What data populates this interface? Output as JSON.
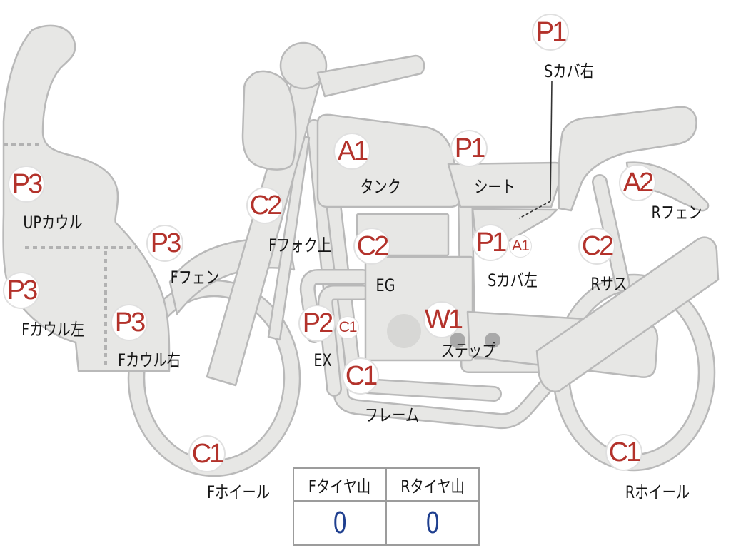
{
  "parts": [
    {
      "code": "P1",
      "label": "Sカバ右"
    },
    {
      "code": "A1",
      "label": "タンク"
    },
    {
      "code": "P1",
      "label": "シート"
    },
    {
      "code": "A2",
      "label": "Rフェン"
    },
    {
      "code": "C2",
      "label": "Fフォク上"
    },
    {
      "code": "P3",
      "label": "UPカウル"
    },
    {
      "code": "P3",
      "label": "Fフェン"
    },
    {
      "code": "C2",
      "label": "EG"
    },
    {
      "code": "P1",
      "sub_code": "A1",
      "label": "Sカバ左"
    },
    {
      "code": "C2",
      "label": "Rサス"
    },
    {
      "code": "P3",
      "label": "Fカウル左"
    },
    {
      "code": "P3",
      "label": "Fカウル右"
    },
    {
      "code": "P2",
      "sub_code": "C1",
      "label": "EX"
    },
    {
      "code": "W1",
      "label": "ステップ"
    },
    {
      "code": "C1",
      "label": "フレーム"
    },
    {
      "code": "C1",
      "label": "Fホイール"
    },
    {
      "code": "C1",
      "label": "Rホイール"
    }
  ],
  "tire_table": {
    "headers": [
      "Fタイヤ山",
      "Rタイヤ山"
    ],
    "values": [
      "0",
      "0"
    ]
  },
  "colors": {
    "code_text": "#b3322b",
    "value_text": "#1f3f8f",
    "part_fill": "#e7e7e5",
    "part_outline": "#b9b9b9"
  }
}
